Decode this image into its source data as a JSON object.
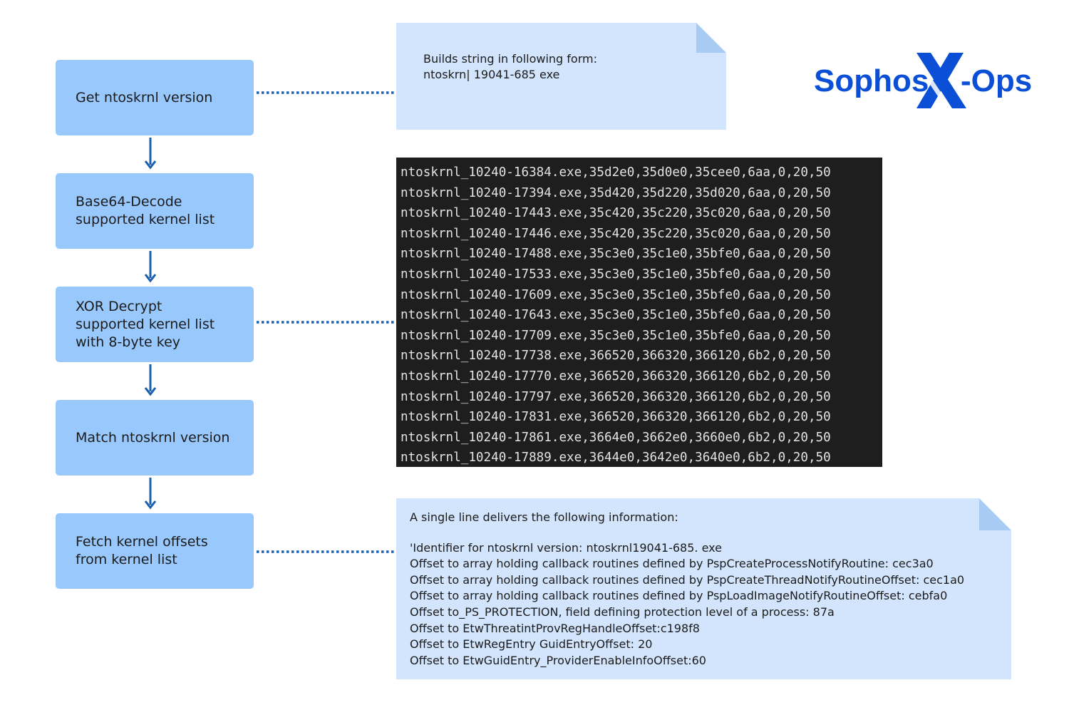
{
  "flow_steps": [
    {
      "lines": [
        "Get ntoskrnl version"
      ]
    },
    {
      "lines": [
        "Base64-Decode",
        "supported kernel list"
      ]
    },
    {
      "lines": [
        "XOR Decrypt",
        "supported kernel list",
        "with 8-byte key"
      ]
    },
    {
      "lines": [
        "Match ntoskrnl version"
      ]
    },
    {
      "lines": [
        "Fetch kernel offsets",
        "from kernel list"
      ]
    }
  ],
  "note_build_string": {
    "lines": [
      "Builds string in following form:",
      "ntoskrn| 19041-685 exe"
    ]
  },
  "kernel_list": {
    "lines": [
      "ntoskrnl_10240-16384.exe,35d2e0,35d0e0,35cee0,6aa,0,20,50",
      "ntoskrnl_10240-17394.exe,35d420,35d220,35d020,6aa,0,20,50",
      "ntoskrnl_10240-17443.exe,35c420,35c220,35c020,6aa,0,20,50",
      "ntoskrnl_10240-17446.exe,35c420,35c220,35c020,6aa,0,20,50",
      "ntoskrnl_10240-17488.exe,35c3e0,35c1e0,35bfe0,6aa,0,20,50",
      "ntoskrnl_10240-17533.exe,35c3e0,35c1e0,35bfe0,6aa,0,20,50",
      "ntoskrnl_10240-17609.exe,35c3e0,35c1e0,35bfe0,6aa,0,20,50",
      "ntoskrnl_10240-17643.exe,35c3e0,35c1e0,35bfe0,6aa,0,20,50",
      "ntoskrnl_10240-17709.exe,35c3e0,35c1e0,35bfe0,6aa,0,20,50",
      "ntoskrnl_10240-17738.exe,366520,366320,366120,6b2,0,20,50",
      "ntoskrnl_10240-17770.exe,366520,366320,366120,6b2,0,20,50",
      "ntoskrnl_10240-17797.exe,366520,366320,366120,6b2,0,20,50",
      "ntoskrnl_10240-17831.exe,366520,366320,366120,6b2,0,20,50",
      "ntoskrnl_10240-17861.exe,3664e0,3662e0,3660e0,6b2,0,20,50",
      "ntoskrnl_10240-17889.exe,3644e0,3642e0,3640e0,6b2,0,20,50"
    ]
  },
  "note_offsets": {
    "intro": "A single line delivers the following information:",
    "lines": [
      "'Identifier for ntoskrnl version: ntoskrnl19041-685. exe",
      "Offset to array holding callback routines defined by PspCreateProcessNotifyRoutine: cec3a0",
      "Offset to array holding callback routines defined by PspCreateThreadNotifyRoutineOffset: cec1a0",
      "Offset to array holding callback routines defined by PspLoadImageNotifyRoutineOffset: cebfa0",
      "Offset to_PS_PROTECTION, field defining protection level of a process: 87a",
      "Offset to EtwThreatintProvRegHandleOffset:c198f8",
      "Offset to EtwRegEntry GuidEntryOffset: 20",
      "Offset to EtwGuidEntry_ProviderEnableInfoOffset:60"
    ]
  },
  "logo": {
    "part1": "Sophos",
    "part2": "-Ops"
  },
  "colors": {
    "step_fill": "#99c8fd",
    "note_fill": "#d2e5fd",
    "note_fold": "#a8cbf3",
    "connector": "#1a5fb0",
    "code_bg": "#1e1e1e",
    "brand_blue": "#0b4fd6"
  },
  "icons": [
    "arrow-down-icon",
    "dotted-connector",
    "page-fold"
  ]
}
